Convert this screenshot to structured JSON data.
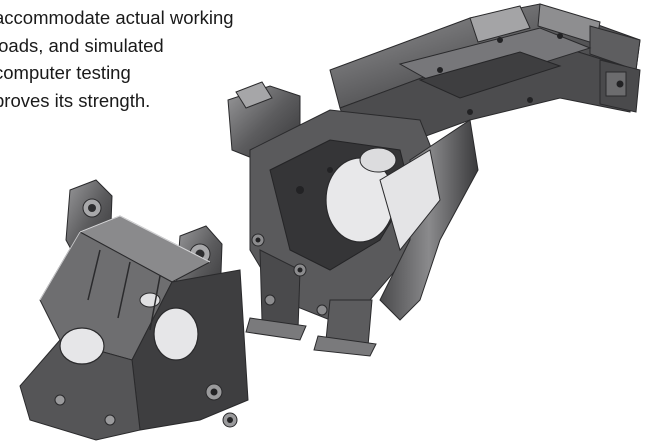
{
  "caption": {
    "lines": [
      "accommodate actual working",
      "loads, and simulated",
      "computer testing",
      "proves its strength."
    ]
  },
  "illustration": {
    "subject": "machine frame render",
    "colors": {
      "metal_dark": "#3c3c3e",
      "metal_mid": "#6a6a6c",
      "metal_light": "#a8a8aa",
      "highlight": "#d4d4d6"
    }
  }
}
